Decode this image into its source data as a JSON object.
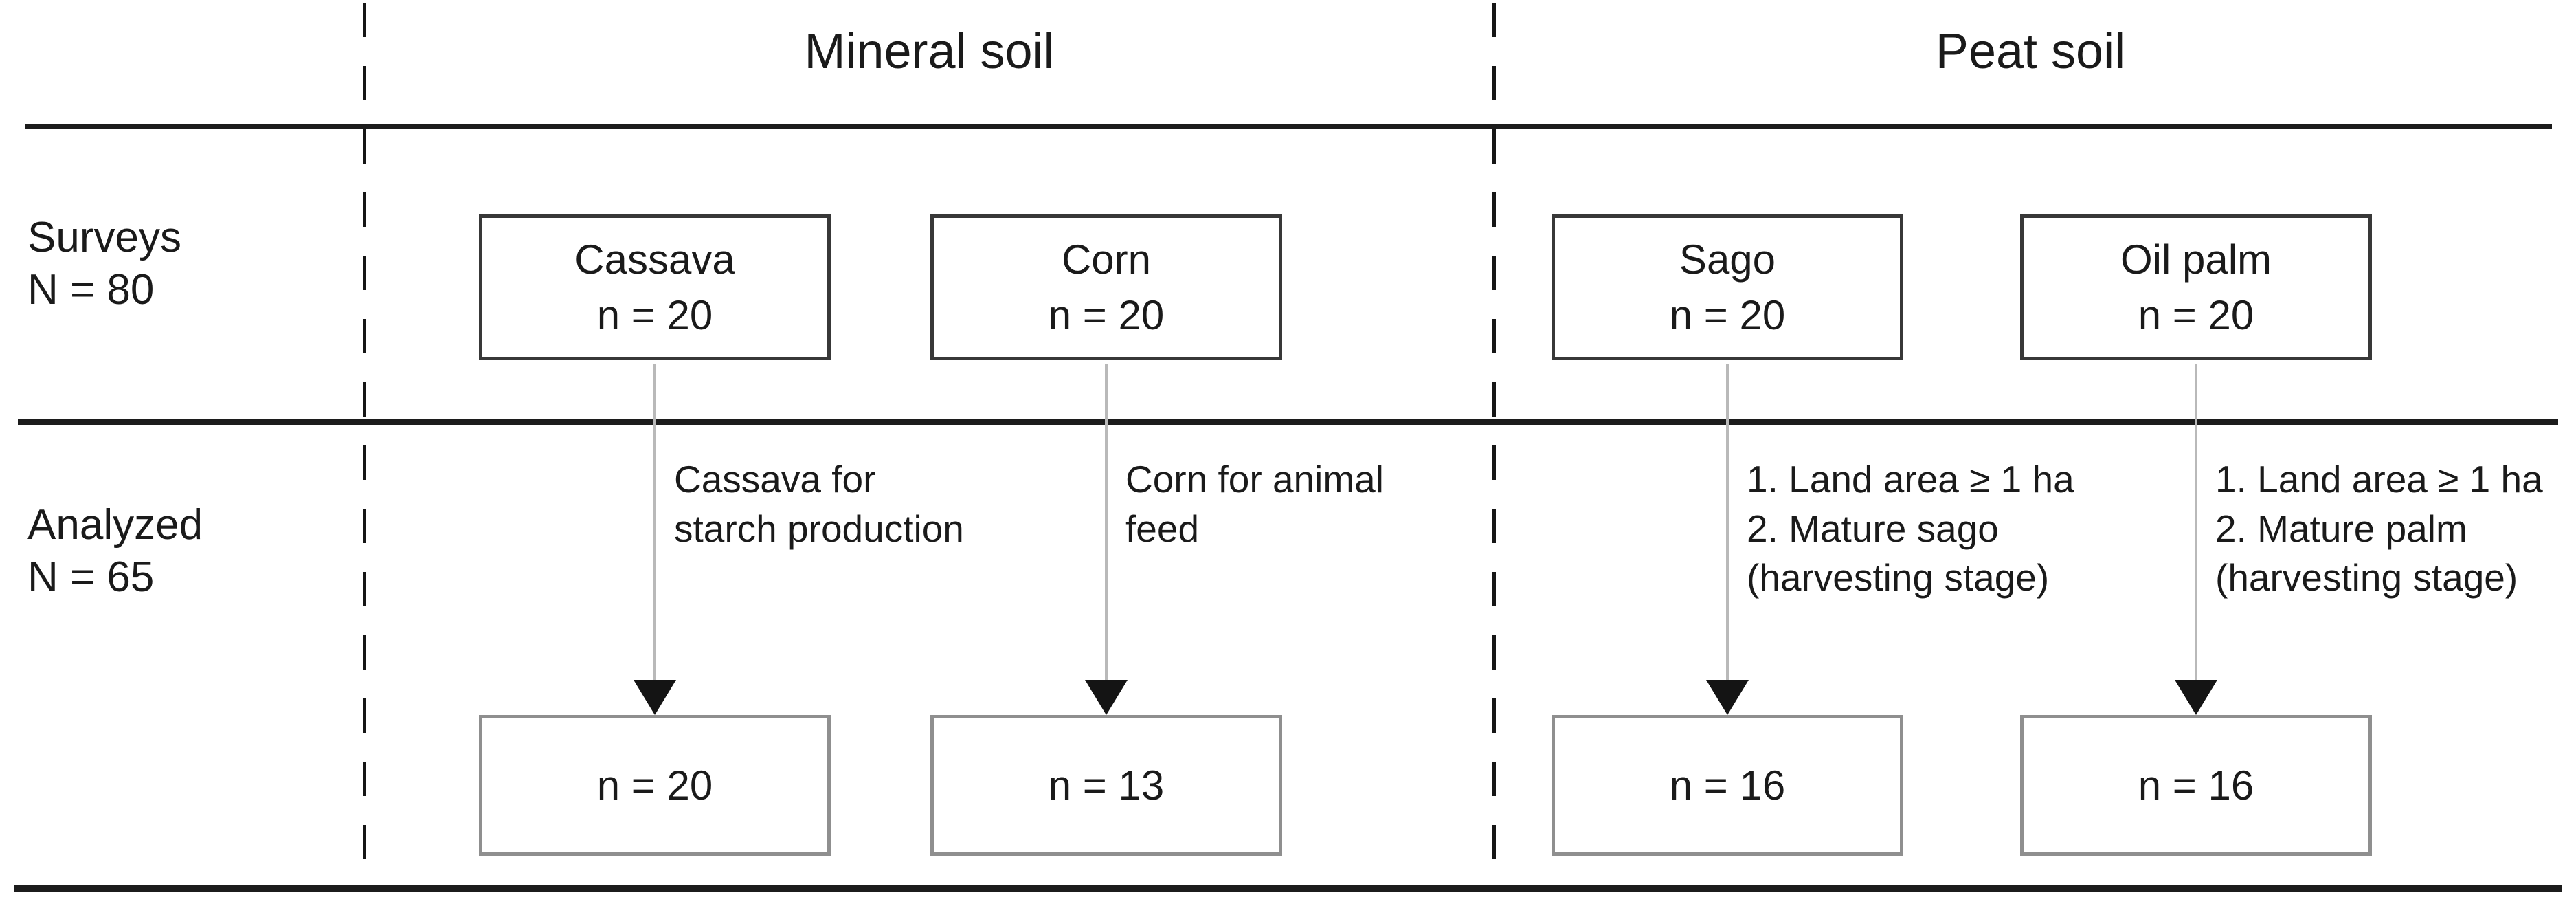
{
  "colors": {
    "background": "#ffffff",
    "rule_line": "#1c1c1c",
    "survey_box_border": "#383838",
    "analyzed_box_border": "#8f8f8f",
    "arrow_line": "#b9b9b9",
    "arrow_head": "#141414",
    "text": "#1a1a1a"
  },
  "headers": [
    {
      "id": "mineral",
      "label": "Mineral soil"
    },
    {
      "id": "peat",
      "label": "Peat soil"
    }
  ],
  "row_labels": [
    {
      "id": "surveys",
      "line1": "Surveys",
      "line2": "N = 80"
    },
    {
      "id": "analyzed",
      "line1": "Analyzed",
      "line2": "N = 65"
    }
  ],
  "columns": [
    {
      "id": "cassava",
      "survey_box": {
        "line1": "Cassava",
        "line2": "n = 20"
      },
      "criteria": [
        "Cassava for",
        "starch production"
      ],
      "analyzed_box": "n = 20"
    },
    {
      "id": "corn",
      "survey_box": {
        "line1": "Corn",
        "line2": "n = 20"
      },
      "criteria": [
        "Corn for animal",
        "feed"
      ],
      "analyzed_box": "n = 13"
    },
    {
      "id": "sago",
      "survey_box": {
        "line1": "Sago",
        "line2": "n = 20"
      },
      "criteria": [
        "1. Land area ≥ 1 ha",
        "2. Mature sago",
        "(harvesting stage)"
      ],
      "analyzed_box": "n = 16"
    },
    {
      "id": "oil-palm",
      "survey_box": {
        "line1": "Oil palm",
        "line2": "n = 20"
      },
      "criteria": [
        "1. Land area ≥ 1 ha",
        "2. Mature palm",
        "(harvesting stage)"
      ],
      "analyzed_box": "n = 16"
    }
  ]
}
